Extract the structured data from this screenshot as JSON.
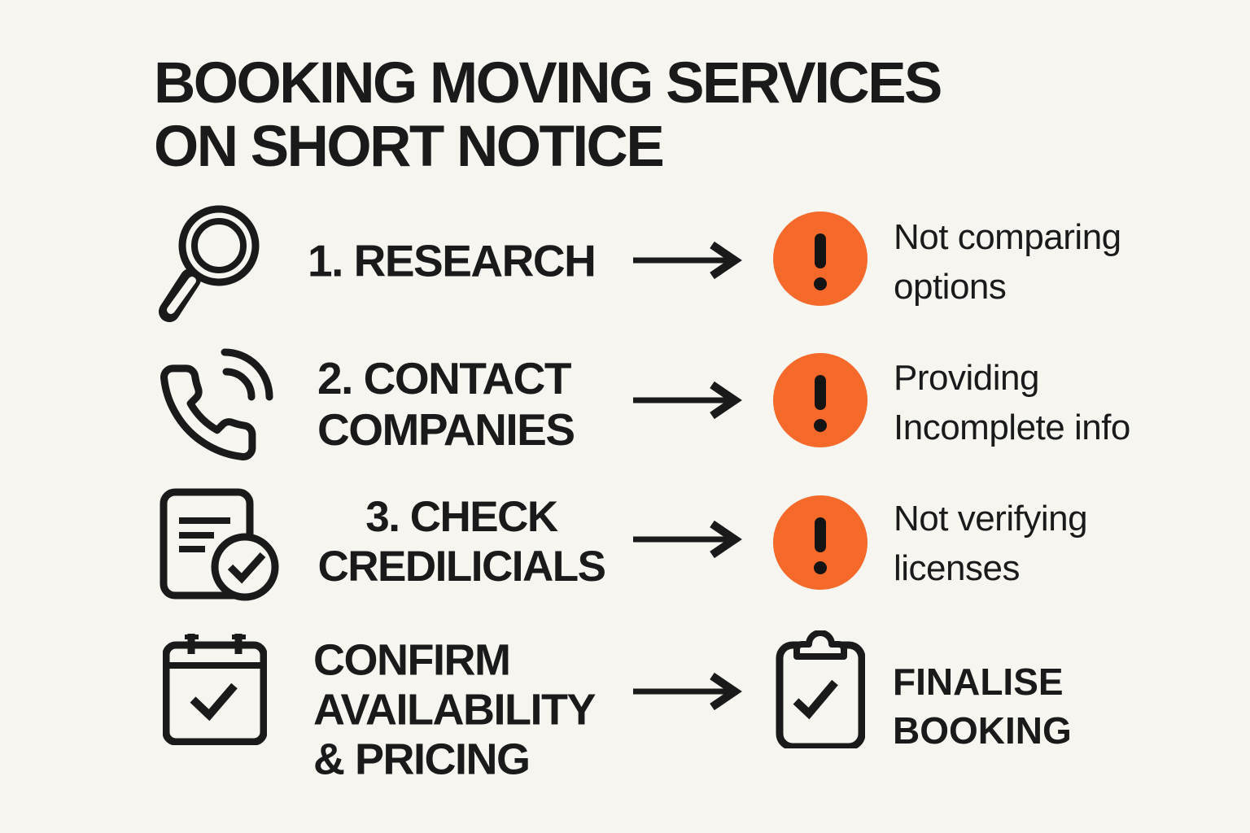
{
  "colors": {
    "background": "#F7F5F0",
    "ink": "#1A1A1A",
    "accent_orange": "#F5692B"
  },
  "title": "BOOKING MOVING SERVICES\nON SHORT NOTICE",
  "steps": [
    {
      "icon": "magnifier-icon",
      "label": "1. RESEARCH",
      "arrow_icon": "arrow-right-icon",
      "pitfall_icon": "exclamation-warning-icon",
      "pitfall": "Not comparing\noptions"
    },
    {
      "icon": "phone-call-icon",
      "label": "2. CONTACT\nCOMPANIES",
      "arrow_icon": "arrow-right-icon",
      "pitfall_icon": "exclamation-warning-icon",
      "pitfall": "Providing\nIncomplete info"
    },
    {
      "icon": "document-check-icon",
      "label": "3. CHECK\nCREDILICIALS",
      "arrow_icon": "arrow-right-icon",
      "pitfall_icon": "exclamation-warning-icon",
      "pitfall": "Not verifying\nlicenses"
    },
    {
      "icon": "calendar-check-icon",
      "label": "CONFIRM\nAVAILABILITY\n& PRICING",
      "arrow_icon": "arrow-right-icon",
      "outcome_icon": "clipboard-check-icon",
      "outcome": "FINALISE\nBOOKING"
    }
  ]
}
